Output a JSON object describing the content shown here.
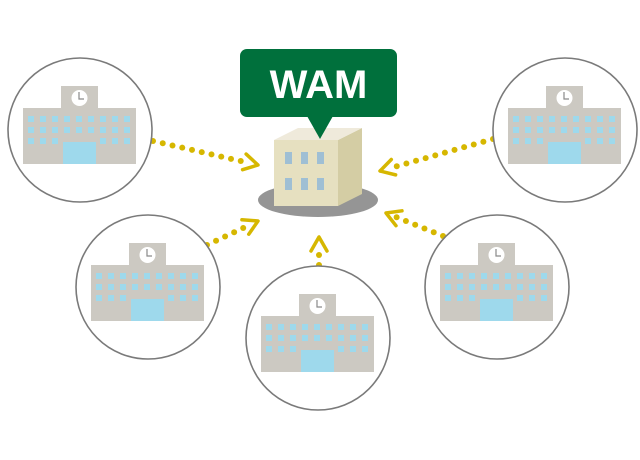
{
  "diagram": {
    "hub": {
      "label": "WAM",
      "callout_color": "#00703c",
      "label_color": "#ffffff",
      "building_colors": {
        "front": "#e6e0c0",
        "side": "#d4cda4",
        "top": "#efeadb",
        "window": "#9fbfd4",
        "shadow": "#959595"
      }
    },
    "nodes": [
      {
        "id": "school-top-left",
        "icon": "school-building-icon"
      },
      {
        "id": "school-mid-left",
        "icon": "school-building-icon"
      },
      {
        "id": "school-bottom-center",
        "icon": "school-building-icon"
      },
      {
        "id": "school-mid-right",
        "icon": "school-building-icon"
      },
      {
        "id": "school-top-right",
        "icon": "school-building-icon"
      }
    ],
    "edges": [
      {
        "from": "school-top-left",
        "to": "hub",
        "style": "dotted-arrow"
      },
      {
        "from": "school-mid-left",
        "to": "hub",
        "style": "dotted-arrow"
      },
      {
        "from": "school-bottom-center",
        "to": "hub",
        "style": "dotted-arrow"
      },
      {
        "from": "school-mid-right",
        "to": "hub",
        "style": "dotted-arrow"
      },
      {
        "from": "school-top-right",
        "to": "hub",
        "style": "dotted-arrow"
      }
    ],
    "colors": {
      "circle_stroke": "#7a7a7a",
      "school_body": "#ccc9c2",
      "school_window": "#9ed9ec",
      "clock_face": "#ffffff",
      "arrow": "#d6b700"
    }
  }
}
